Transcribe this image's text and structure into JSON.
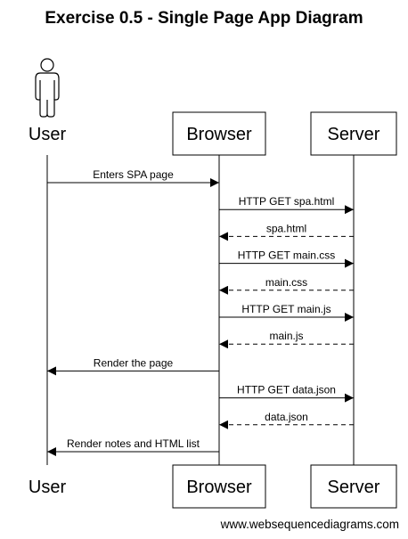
{
  "title": "Exercise 0.5 - Single Page App Diagram",
  "participants": [
    {
      "id": "user",
      "label": "User",
      "kind": "actor"
    },
    {
      "id": "browser",
      "label": "Browser",
      "kind": "box"
    },
    {
      "id": "server",
      "label": "Server",
      "kind": "box"
    }
  ],
  "messages": [
    {
      "from": "user",
      "to": "browser",
      "label": "Enters SPA page",
      "style": "solid"
    },
    {
      "from": "browser",
      "to": "server",
      "label": "HTTP GET spa.html",
      "style": "solid"
    },
    {
      "from": "server",
      "to": "browser",
      "label": "spa.html",
      "style": "dashed"
    },
    {
      "from": "browser",
      "to": "server",
      "label": "HTTP GET main.css",
      "style": "solid"
    },
    {
      "from": "server",
      "to": "browser",
      "label": "main.css",
      "style": "dashed"
    },
    {
      "from": "browser",
      "to": "server",
      "label": "HTTP GET main.js",
      "style": "solid"
    },
    {
      "from": "server",
      "to": "browser",
      "label": "main.js",
      "style": "dashed"
    },
    {
      "from": "browser",
      "to": "user",
      "label": "Render the page",
      "style": "solid"
    },
    {
      "from": "browser",
      "to": "server",
      "label": "HTTP GET data.json",
      "style": "solid"
    },
    {
      "from": "server",
      "to": "browser",
      "label": "data.json",
      "style": "dashed"
    },
    {
      "from": "browser",
      "to": "user",
      "label": "Render notes and HTML list",
      "style": "solid"
    }
  ],
  "footer": "www.websequencediagrams.com"
}
